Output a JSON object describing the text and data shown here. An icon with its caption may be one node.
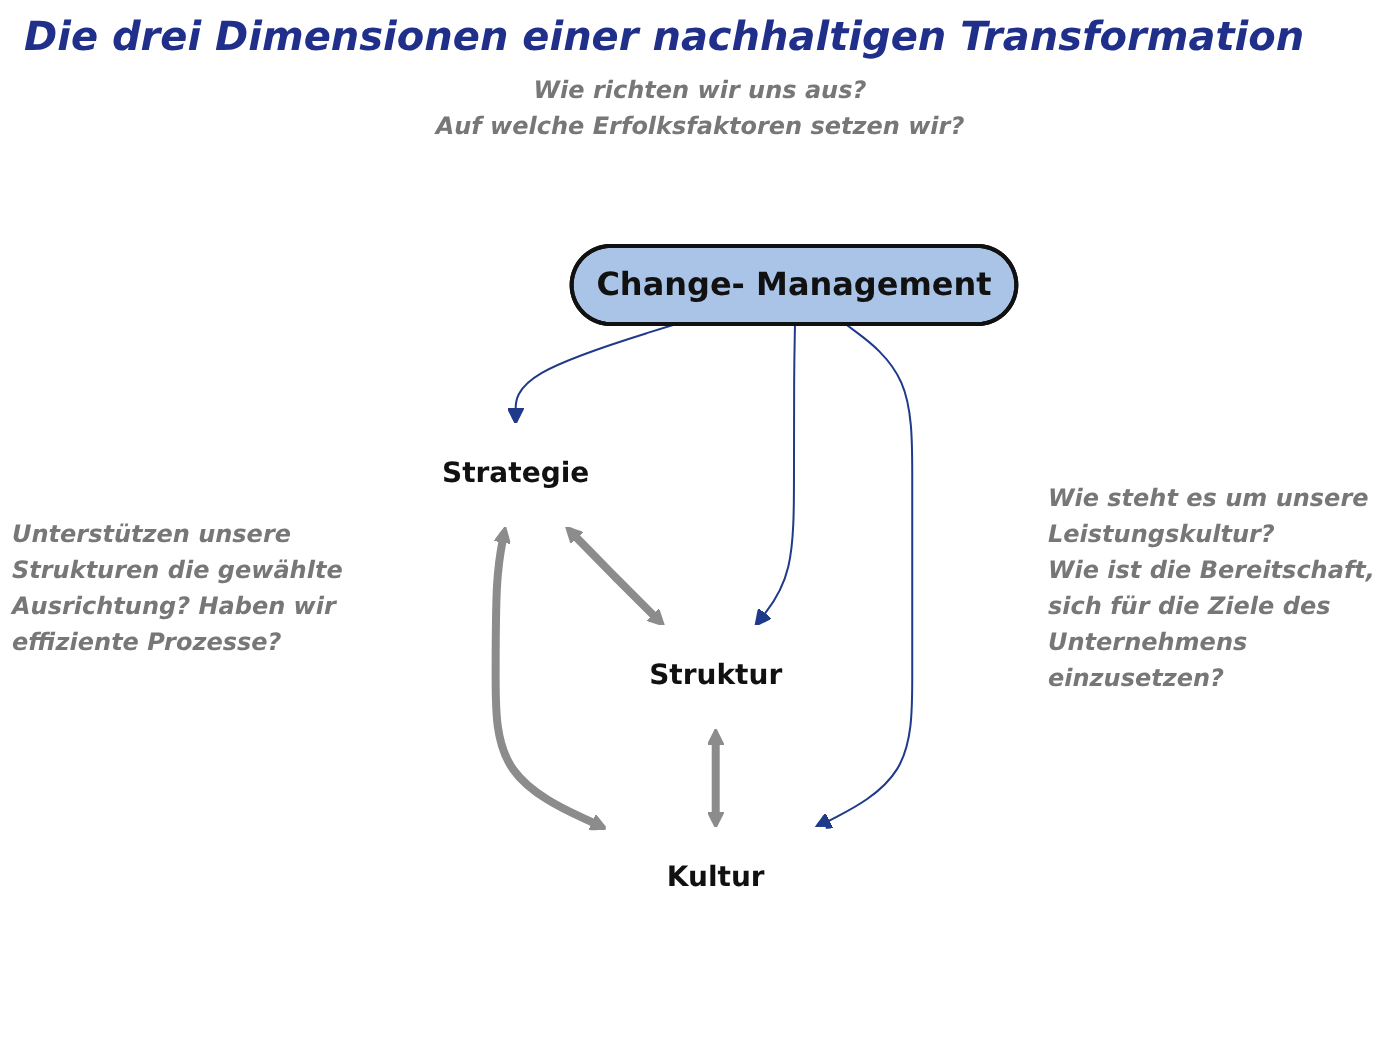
{
  "diagram": {
    "title": "Die drei Dimensionen einer nachhaltigen Transformation",
    "nodes": [
      {
        "text": [
          "Strategie"
        ]
      },
      {
        "text": [
          "Change- Management"
        ]
      },
      {
        "text": [
          "Struktur"
        ]
      },
      {
        "text": [
          "Kultur"
        ]
      }
    ],
    "edges": [
      {
        "from": 0,
        "to": 2,
        "arrow": "both",
        "color": "#8c8c8c",
        "style": "thick"
      },
      {
        "from": 0,
        "to": 3,
        "arrow": "both",
        "color": "#8c8c8c",
        "style": "thick"
      },
      {
        "from": 2,
        "to": 3,
        "arrow": "both",
        "color": "#8c8c8c",
        "style": "thick"
      },
      {
        "from": 1,
        "to": 0,
        "arrow": "to",
        "color": "#1f3a8a"
      },
      {
        "from": 1,
        "to": 2,
        "arrow": "to",
        "color": "#1f3a8a"
      },
      {
        "from": 1,
        "to": 3,
        "arrow": "to",
        "color": "#1f3a8a"
      }
    ],
    "labels": [
      "Wie richten wir uns aus?",
      "Auf welche Erfolksfaktoren setzen wir?",
      "Unterstützen unsere Strukturen die gewählte Ausrichtung? Haben wir effiziente Prozesse?",
      "Wie steht es um unsere Leistungskultur?",
      "Wie ist die Bereitschaft, sich für die Ziele des Unternehmens einzusetzen?"
    ]
  }
}
